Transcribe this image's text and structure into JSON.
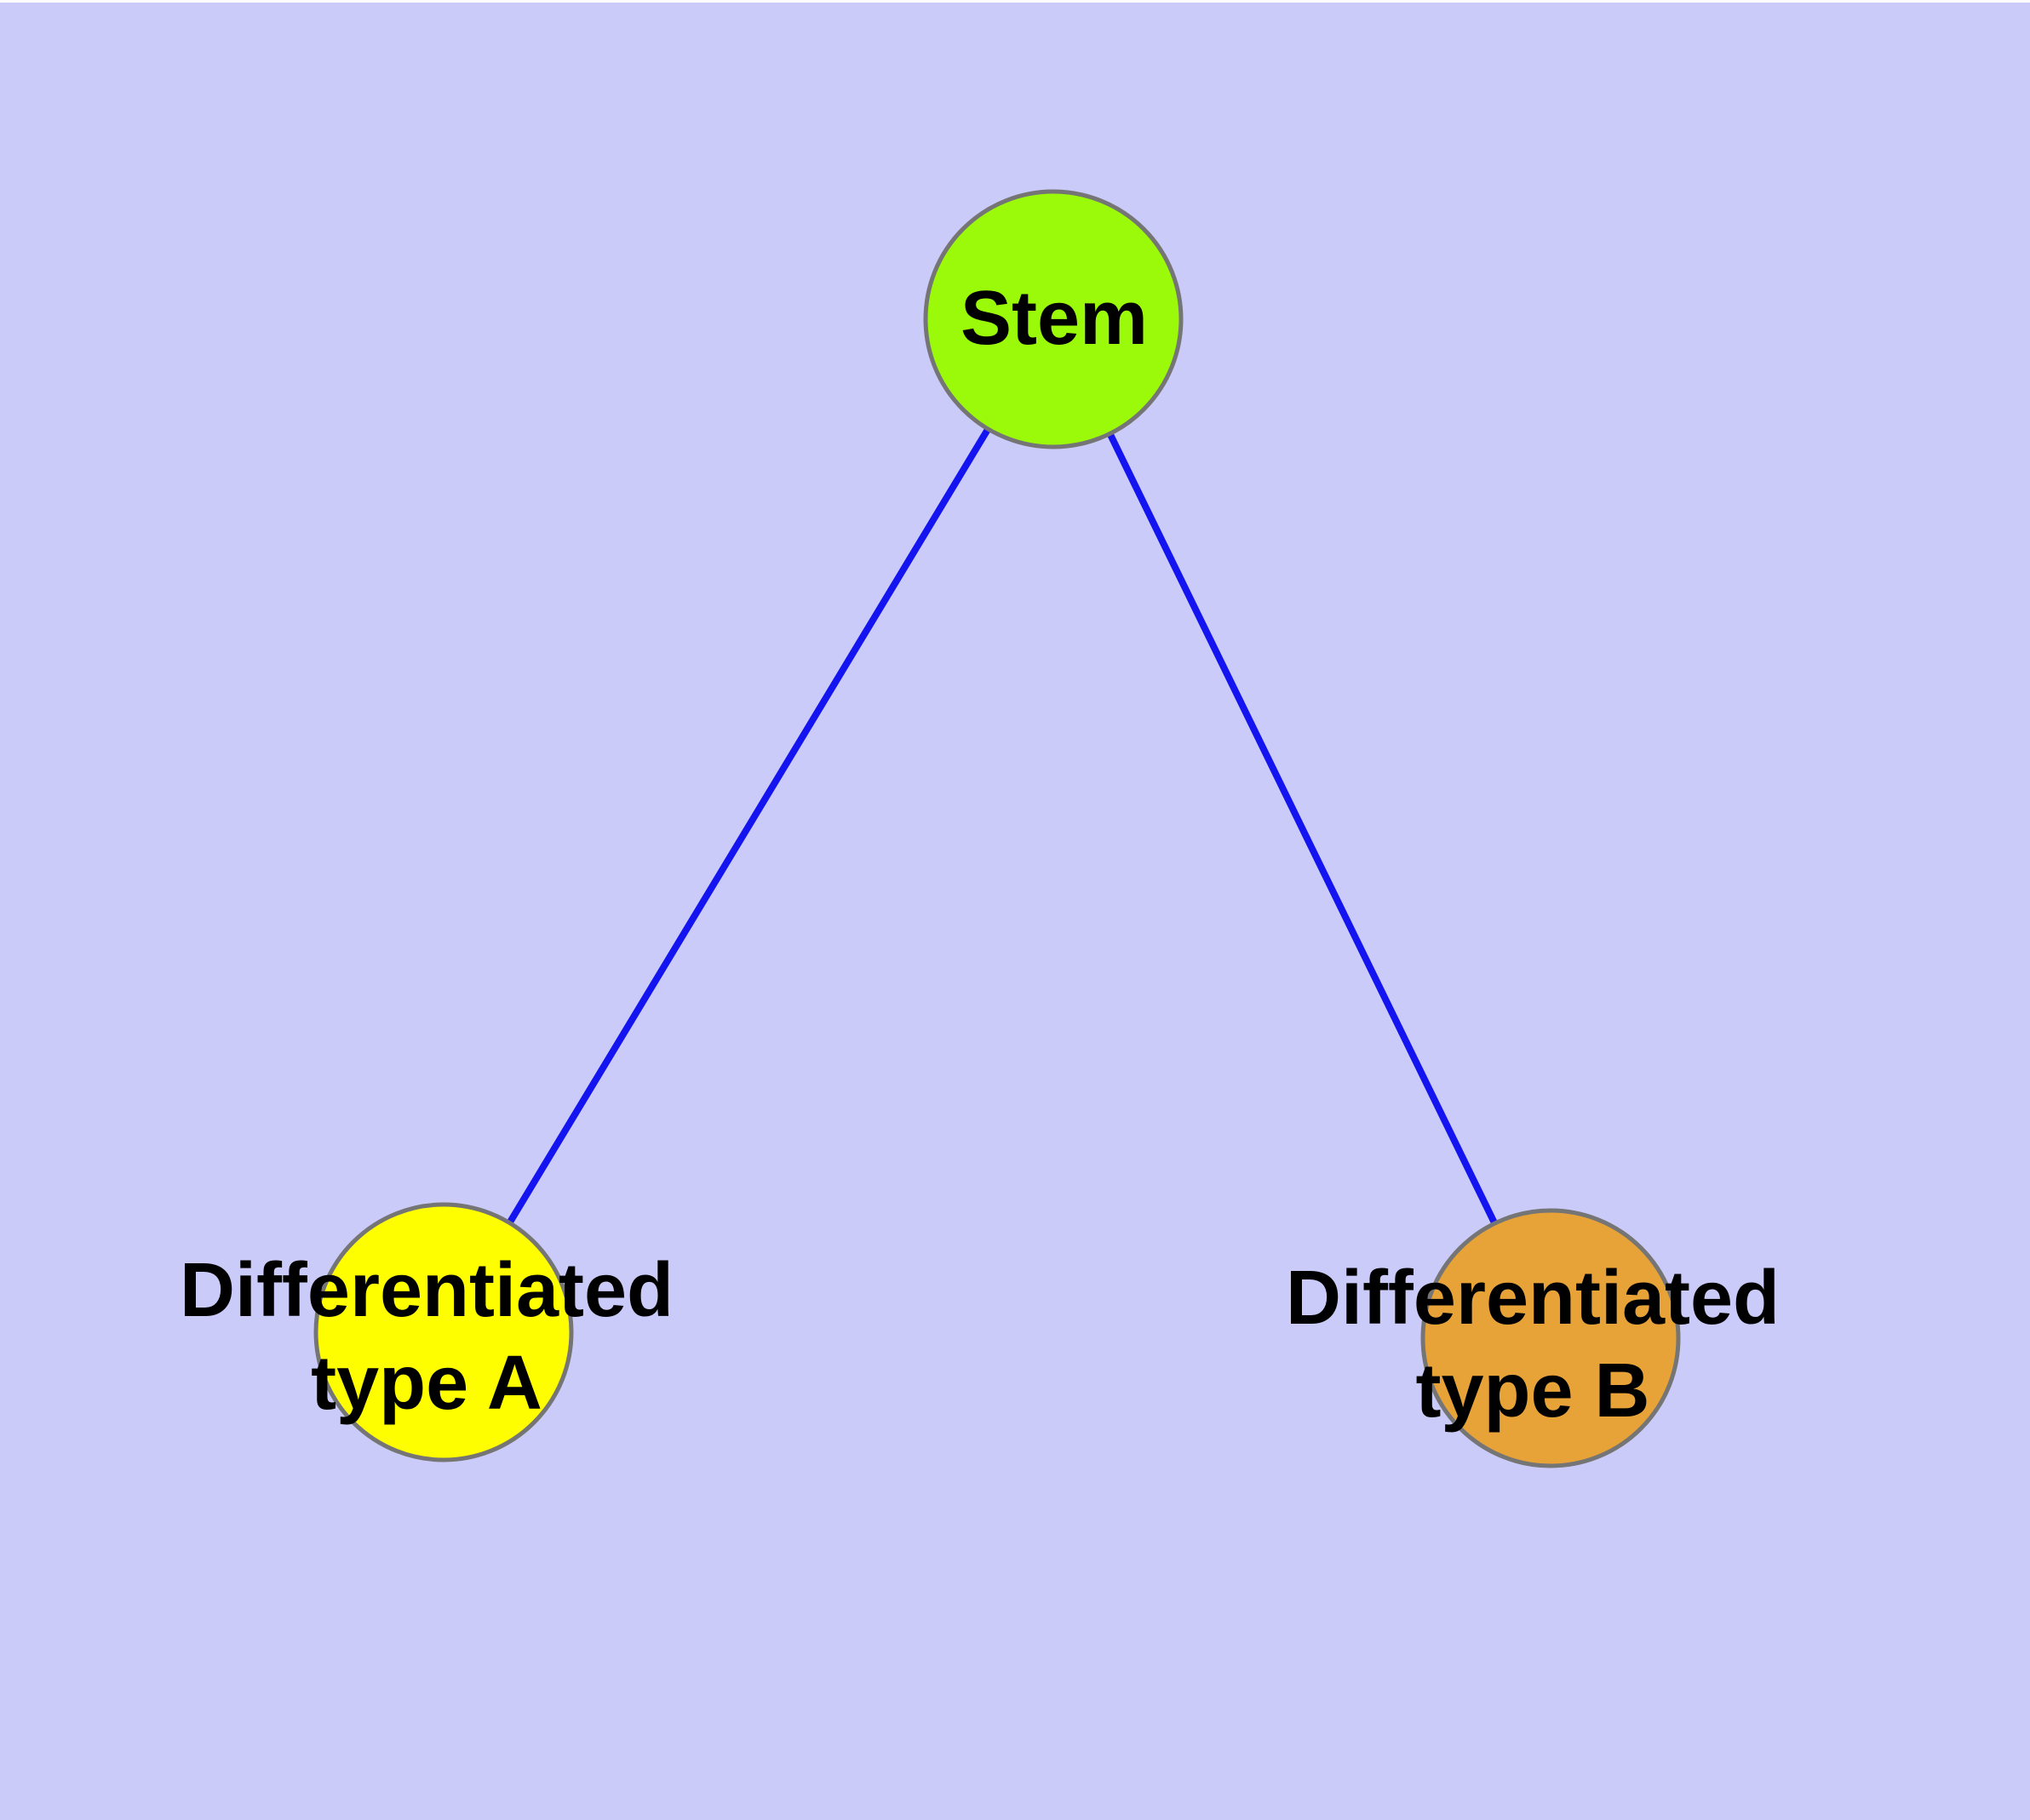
{
  "diagram": {
    "type": "node-link-graph",
    "background_color": "#CBCBFA",
    "top_margin_color": "#FFFFFF",
    "edge_color": "#1414F0",
    "node_border_color": "#757575",
    "label_color": "#000000",
    "nodes": [
      {
        "id": "stem",
        "label": "Stem",
        "label_line1": "Stem",
        "label_line2": "",
        "fill": "#9AFA0A"
      },
      {
        "id": "differentiated-type-a",
        "label": "Differentiated type A",
        "label_line1": "Differentiated",
        "label_line2": "type A",
        "fill": "#FEFE00"
      },
      {
        "id": "differentiated-type-b",
        "label": "Differentiated type B",
        "label_line1": "Differentiated",
        "label_line2": "type B",
        "fill": "#E8A338"
      }
    ],
    "edges": [
      {
        "from": "Stem",
        "to": "Differentiated type A"
      },
      {
        "from": "Stem",
        "to": "Differentiated type B"
      }
    ]
  }
}
